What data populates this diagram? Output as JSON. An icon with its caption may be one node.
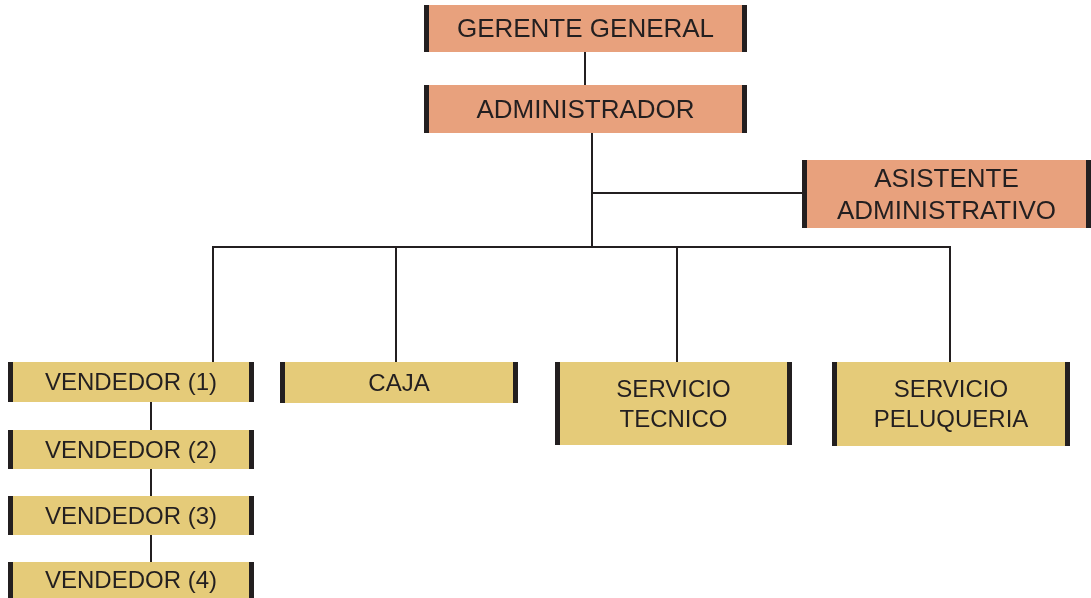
{
  "diagram": {
    "nodes": [
      {
        "text": [
          "GERENTE GENERAL"
        ]
      },
      {
        "text": [
          "ADMINISTRADOR"
        ]
      },
      {
        "text": [
          "ASISTENTE ADMINISTRATIVO"
        ]
      },
      {
        "text": [
          "VENDEDOR (1)"
        ]
      },
      {
        "text": [
          "CAJA"
        ]
      },
      {
        "text": [
          "SERVICIO TECNICO"
        ]
      },
      {
        "text": [
          "SERVICIO PELUQUERIA"
        ]
      },
      {
        "text": [
          "VENDEDOR (2)"
        ]
      },
      {
        "text": [
          "VENDEDOR (3)"
        ]
      },
      {
        "text": [
          "VENDEDOR (4)"
        ]
      }
    ],
    "edges": [
      {
        "from": 0,
        "to": 1,
        "arrow": "none"
      },
      {
        "from": 1,
        "to": 2,
        "arrow": "none"
      },
      {
        "from": 1,
        "to": 3,
        "arrow": "none"
      },
      {
        "from": 1,
        "to": 4,
        "arrow": "none"
      },
      {
        "from": 1,
        "to": 5,
        "arrow": "none"
      },
      {
        "from": 1,
        "to": 6,
        "arrow": "none"
      },
      {
        "from": 3,
        "to": 7,
        "arrow": "none"
      },
      {
        "from": 7,
        "to": 8,
        "arrow": "none"
      },
      {
        "from": 8,
        "to": 9,
        "arrow": "none"
      }
    ]
  }
}
